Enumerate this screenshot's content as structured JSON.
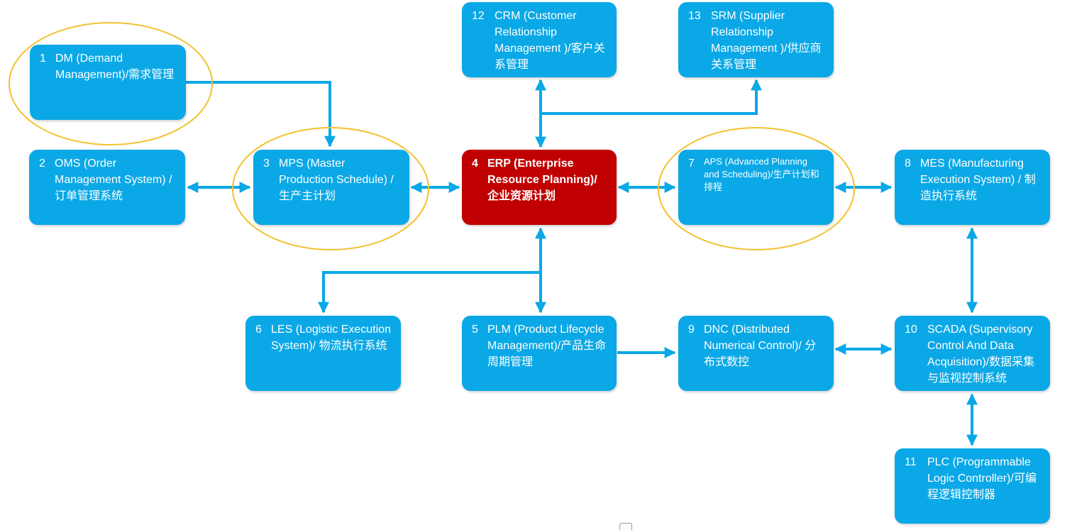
{
  "colors": {
    "node": "#0aa8e6",
    "erp": "#c00000",
    "arrow": "#0aa8e6",
    "highlight": "#f2c12e"
  },
  "nodes": [
    {
      "id": "dm",
      "num": "1",
      "text": "DM (Demand Management)/需求管理"
    },
    {
      "id": "oms",
      "num": "2",
      "text": "OMS (Order Management System) /订单管理系统"
    },
    {
      "id": "mps",
      "num": "3",
      "text": "MPS (Master Production Schedule) /生产主计划"
    },
    {
      "id": "erp",
      "num": "4",
      "text": "ERP (Enterprise Resource Planning)/企业资源计划"
    },
    {
      "id": "plm",
      "num": "5",
      "text": "PLM (Product Lifecycle Management)/产品生命周期管理"
    },
    {
      "id": "les",
      "num": "6",
      "text": "LES (Logistic Execution System)/ 物流执行系统"
    },
    {
      "id": "aps",
      "num": "7",
      "text": "APS (Advanced Planning and Scheduling)/生产计划和排程"
    },
    {
      "id": "mes",
      "num": "8",
      "text": "MES (Manufacturing Execution System) / 制造执行系统"
    },
    {
      "id": "dnc",
      "num": "9",
      "text": "DNC (Distributed Numerical Control)/ 分布式数控"
    },
    {
      "id": "scada",
      "num": "10",
      "text": "SCADA (Supervisory Control And Data Acquisition)/数据采集与监视控制系统"
    },
    {
      "id": "plc",
      "num": "11",
      "text": "PLC (Programmable Logic Controller)/可编程逻辑控制器"
    },
    {
      "id": "crm",
      "num": "12",
      "text": "CRM (Customer Relationship Management )/客户关系管理"
    },
    {
      "id": "srm",
      "num": "13",
      "text": "SRM (Supplier Relationship Management )/供应商关系管理"
    }
  ]
}
